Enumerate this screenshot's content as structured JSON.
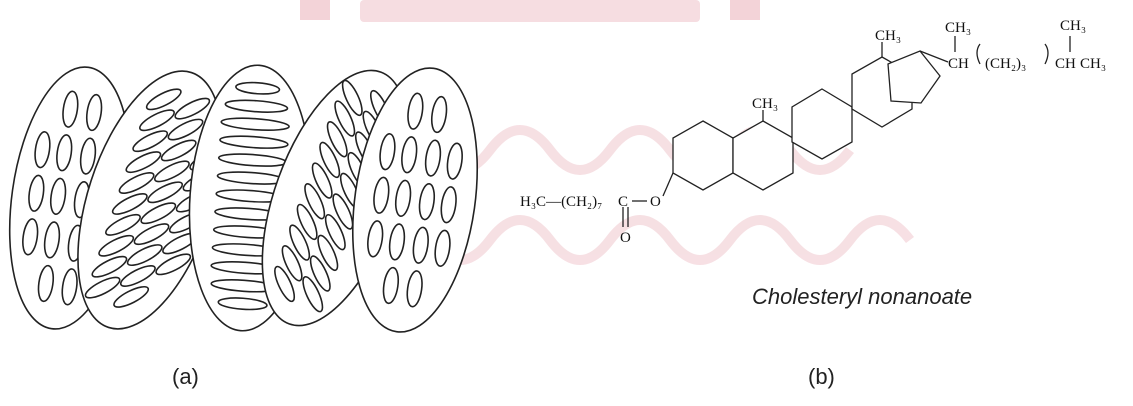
{
  "panels": {
    "a": {
      "label": "(a)"
    },
    "b": {
      "label": "(b)",
      "compound_name": "Cholesteryl nonanoate",
      "atoms": {
        "ester_left": "H₃C—(CH₂)₇",
        "carbonyl_c": "C",
        "ester_o": "O",
        "carbonyl_o": "O",
        "methyl_10": "CH₃",
        "methyl_13": "CH₃",
        "side_ch": "CH",
        "side_ch_methyl": "CH₃",
        "side_chain_mid": "(CH₂)₃",
        "side_ch_end": "CH",
        "side_terminal": "CH₃",
        "side_top_methyl": "CH₃"
      }
    }
  },
  "colors": {
    "stroke": "#222222",
    "watermark": "#f1c9cf"
  }
}
